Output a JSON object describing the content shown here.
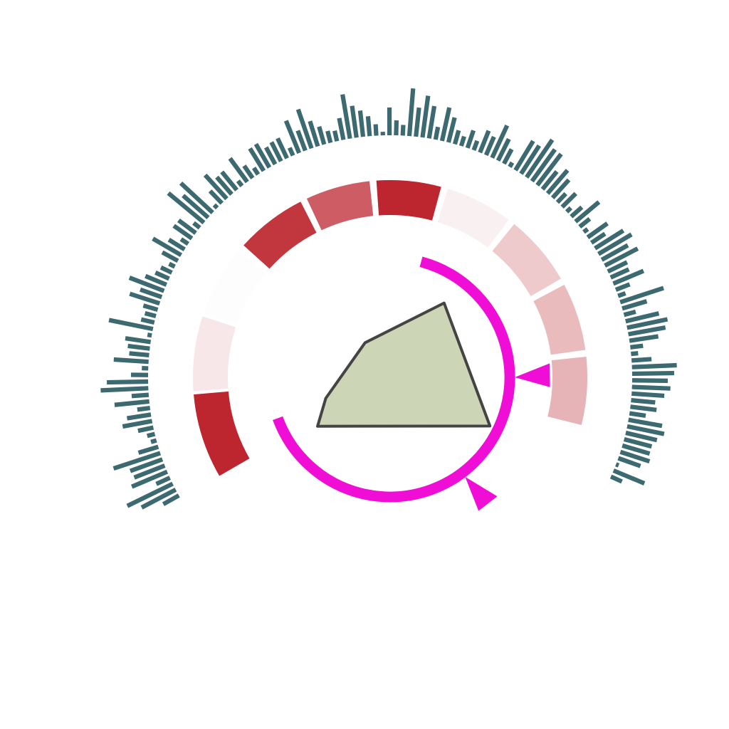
{
  "chart_data": {
    "type": "radial-composite",
    "title": "",
    "heat_ring": {
      "segments": [
        {
          "start_deg": 150,
          "end_deg": 175,
          "color": "#be262f"
        },
        {
          "start_deg": 176,
          "end_deg": 198,
          "color": "#f8e7e8"
        },
        {
          "start_deg": 199,
          "end_deg": 220,
          "color": "#fdfdfd"
        },
        {
          "start_deg": 222,
          "end_deg": 243,
          "color": "#c2363d"
        },
        {
          "start_deg": 245,
          "end_deg": 264,
          "color": "#cd5c64"
        },
        {
          "start_deg": 266,
          "end_deg": 285,
          "color": "#be262f"
        },
        {
          "start_deg": 287,
          "end_deg": 307,
          "color": "#f9f1f1"
        },
        {
          "start_deg": 309,
          "end_deg": 330,
          "color": "#eecacc"
        },
        {
          "start_deg": 332,
          "end_deg": 352,
          "color": "#e9bbbd"
        },
        {
          "start_deg": 354,
          "end_deg": 374,
          "color": "#e6b3b6"
        }
      ]
    },
    "polygon": {
      "points_deg_radius": [
        [
          -54,
          129
        ],
        [
          -126,
          60
        ],
        [
          162,
          95
        ],
        [
          146,
          123
        ],
        [
          26,
          156
        ]
      ],
      "fill": "#cdd5b7",
      "stroke": "#444444"
    },
    "link_arc": {
      "start_deg": 285,
      "end_deg": 520,
      "color": "#f00ed6",
      "arrows_deg": [
        360,
        413
      ]
    },
    "bar_ring": {
      "start_deg": 150,
      "end_deg": 385,
      "color": "#3c6a70",
      "values": [
        25,
        54,
        71,
        21,
        54,
        46,
        48,
        69,
        29,
        8,
        11,
        22,
        42,
        34,
        18,
        49,
        24,
        67,
        58,
        24,
        9,
        49,
        28,
        31,
        36,
        6,
        63,
        19,
        16,
        21,
        44,
        32,
        52,
        32,
        21,
        17,
        9,
        25,
        46,
        26,
        12,
        31,
        30,
        11,
        65,
        47,
        61,
        6,
        24,
        45,
        32,
        33,
        9,
        41,
        21,
        11,
        37,
        38,
        27,
        30,
        31,
        12,
        49,
        30,
        58,
        37,
        26,
        17,
        15,
        31,
        63,
        45,
        37,
        28,
        16,
        5,
        39,
        21,
        15,
        67,
        41,
        59,
        46,
        18,
        48,
        36,
        20,
        14,
        26,
        14,
        33,
        28,
        50,
        34,
        23,
        7,
        48,
        47,
        64,
        55,
        55,
        32,
        43,
        34,
        17,
        27,
        8,
        20,
        43,
        18,
        7,
        34,
        23,
        47,
        54,
        42,
        52,
        30,
        28,
        46,
        21,
        11,
        64,
        36,
        17,
        48,
        58,
        53,
        41,
        18,
        10,
        28,
        63,
        59,
        50,
        54,
        46,
        34,
        37,
        23,
        48,
        53,
        45,
        40,
        40,
        43,
        33,
        4,
        47,
        17
      ]
    }
  }
}
